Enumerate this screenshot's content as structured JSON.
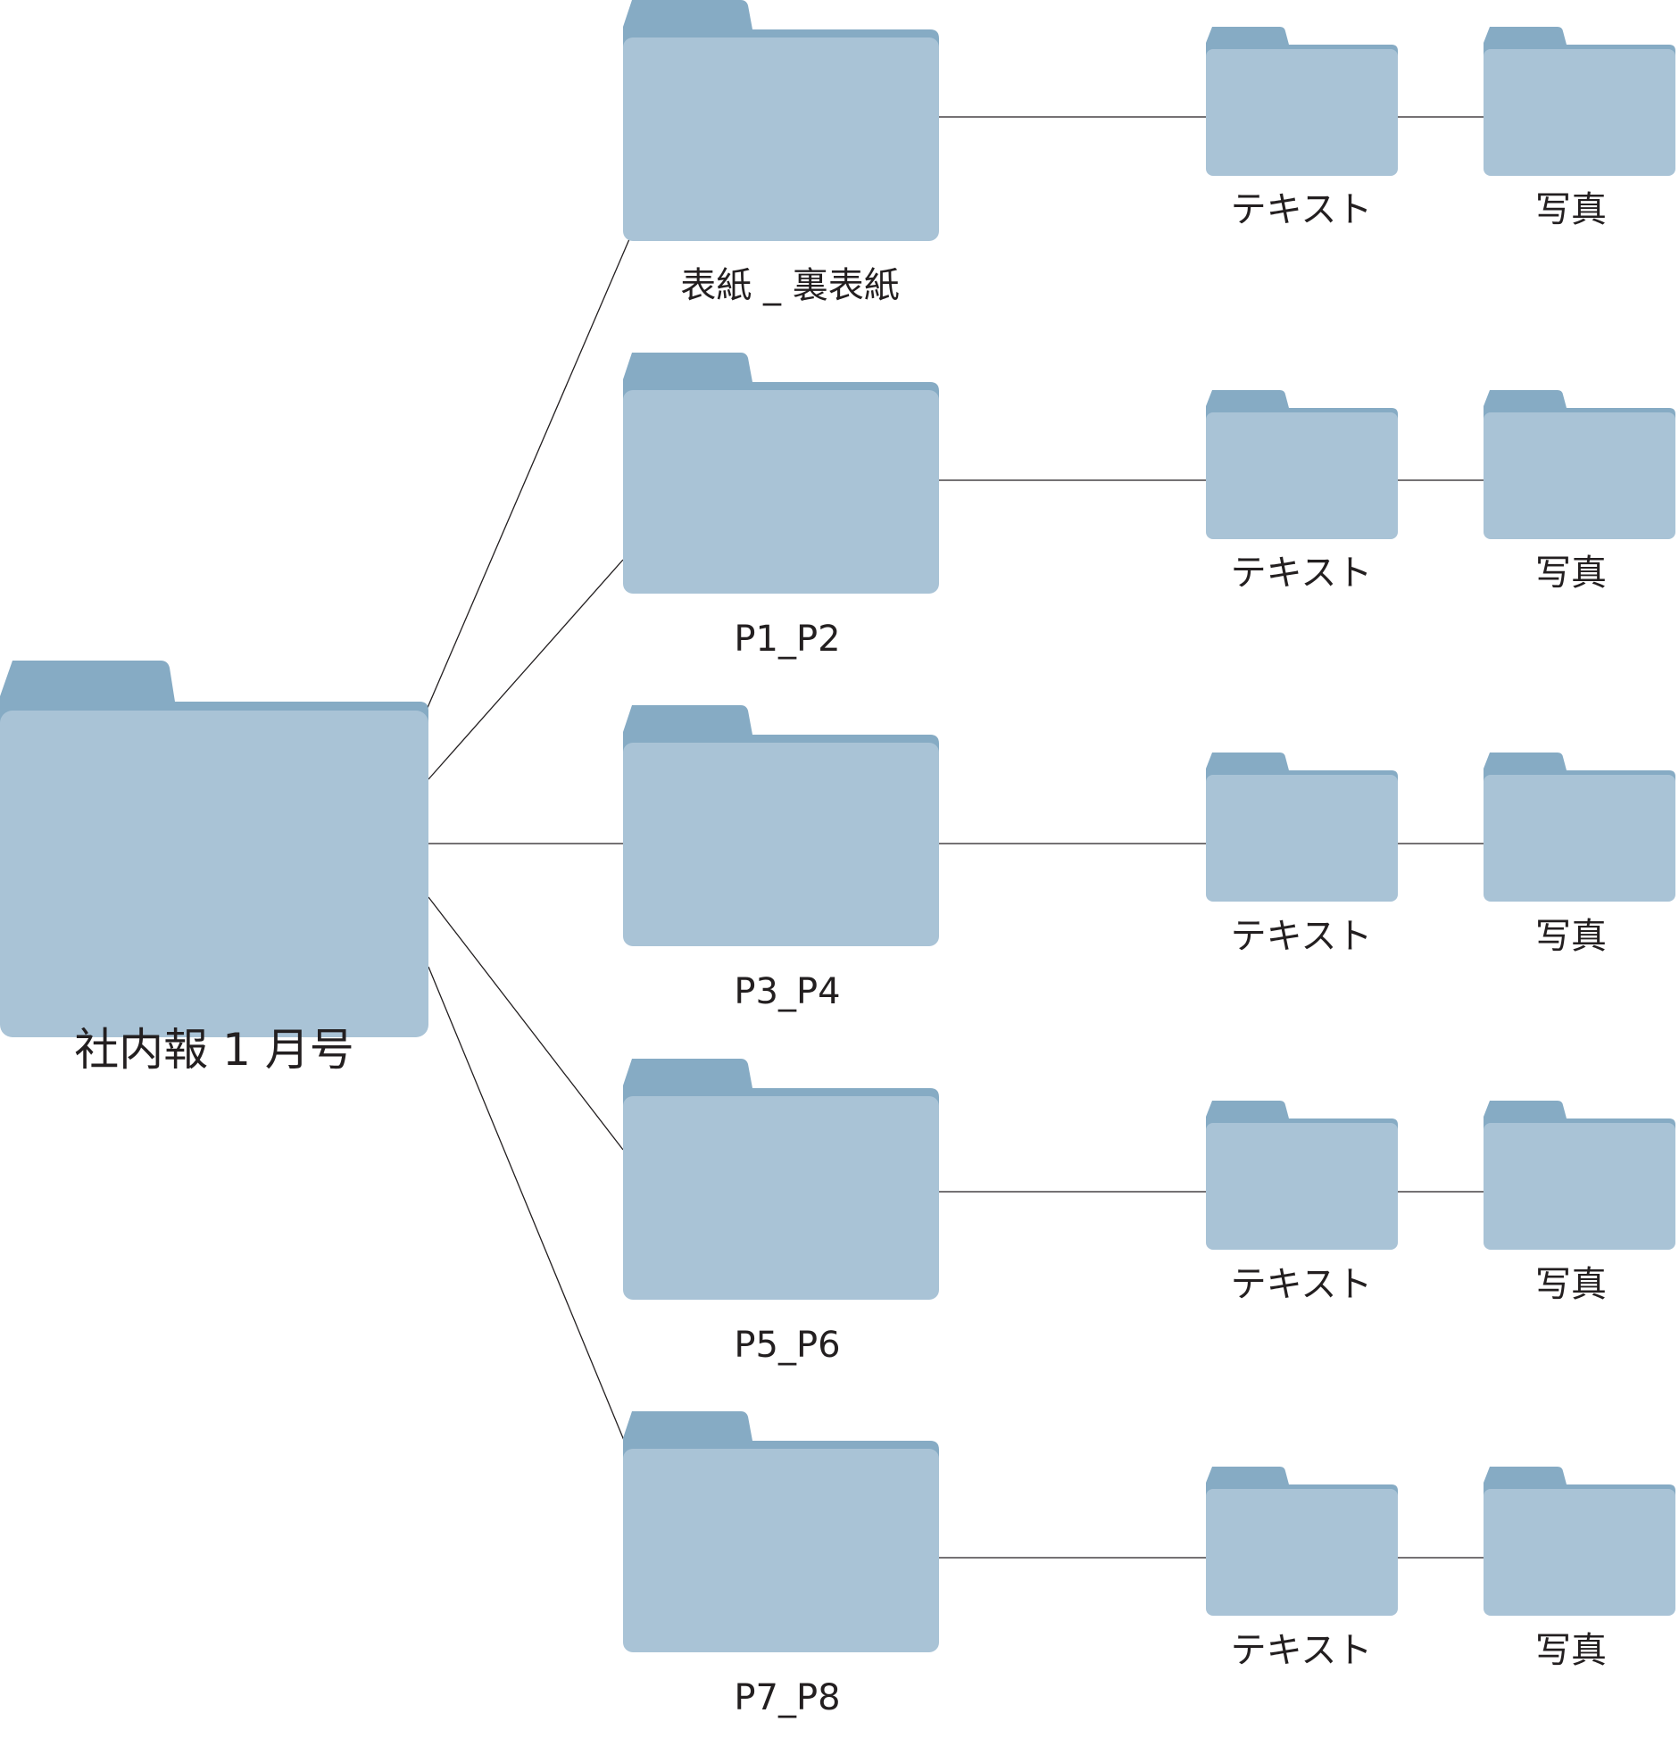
{
  "colors": {
    "folder_body": "#a9c3d6",
    "folder_back": "#86abc4",
    "line": "#231f20",
    "text": "#231f20"
  },
  "root": {
    "icon": "folder-icon",
    "label": "社内報 1 月号"
  },
  "groups": [
    {
      "label": "表紙 _ 裏表紙",
      "children": [
        {
          "label": "テキスト",
          "icon": "folder-icon"
        },
        {
          "label": "写真",
          "icon": "folder-icon"
        }
      ]
    },
    {
      "label": "P1_P2",
      "children": [
        {
          "label": "テキスト",
          "icon": "folder-icon"
        },
        {
          "label": "写真",
          "icon": "folder-icon"
        }
      ]
    },
    {
      "label": "P3_P4",
      "children": [
        {
          "label": "テキスト",
          "icon": "folder-icon"
        },
        {
          "label": "写真",
          "icon": "folder-icon"
        }
      ]
    },
    {
      "label": "P5_P6",
      "children": [
        {
          "label": "テキスト",
          "icon": "folder-icon"
        },
        {
          "label": "写真",
          "icon": "folder-icon"
        }
      ]
    },
    {
      "label": "P7_P8",
      "children": [
        {
          "label": "テキスト",
          "icon": "folder-icon"
        },
        {
          "label": "写真",
          "icon": "folder-icon"
        }
      ]
    }
  ]
}
